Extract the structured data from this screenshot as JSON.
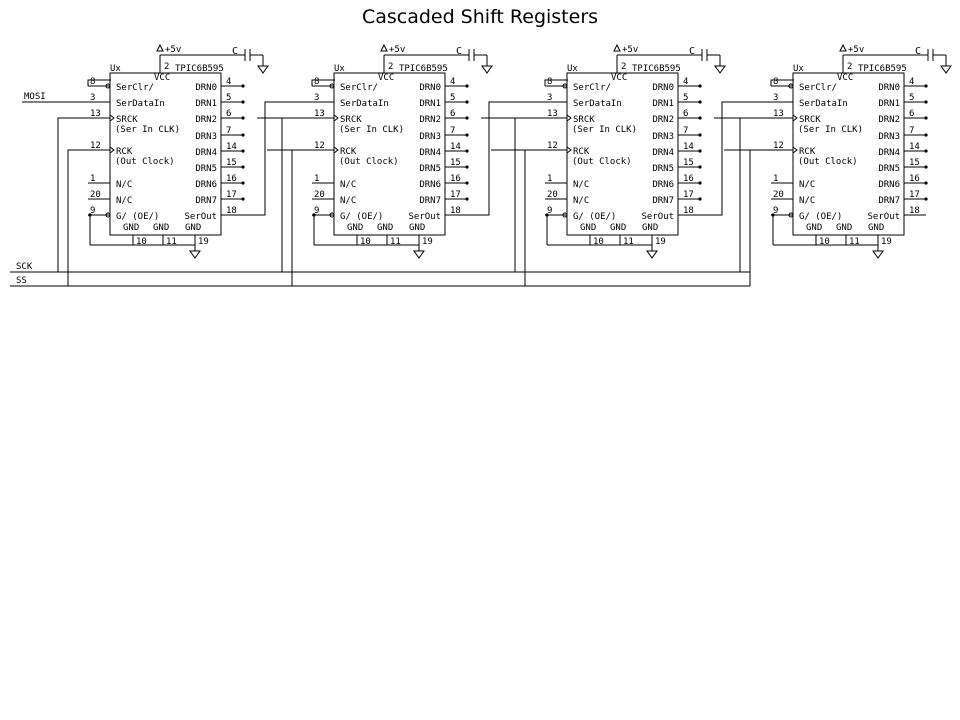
{
  "title": "Cascaded Shift Registers",
  "chip": {
    "part": "TPIC6B595",
    "unit": "Ux",
    "supply": "+5v",
    "vcc": "VCC",
    "cap": "C",
    "vcc_pin": "2",
    "left_pins": [
      {
        "num": "8",
        "name": "SerClr/"
      },
      {
        "num": "3",
        "name": "SerDataIn"
      },
      {
        "num": "13",
        "name": "SRCK",
        "sub": "(Ser In CLK)"
      },
      {
        "num": "12",
        "name": "RCK",
        "sub": "(Out Clock)"
      },
      {
        "num": "1",
        "name": "N/C"
      },
      {
        "num": "20",
        "name": "N/C"
      },
      {
        "num": "9",
        "name": "G/ (OE/)"
      }
    ],
    "right_pins": [
      {
        "num": "4",
        "name": "DRN0"
      },
      {
        "num": "5",
        "name": "DRN1"
      },
      {
        "num": "6",
        "name": "DRN2"
      },
      {
        "num": "7",
        "name": "DRN3"
      },
      {
        "num": "14",
        "name": "DRN4"
      },
      {
        "num": "15",
        "name": "DRN5"
      },
      {
        "num": "16",
        "name": "DRN6"
      },
      {
        "num": "17",
        "name": "DRN7"
      },
      {
        "num": "18",
        "name": "SerOut"
      }
    ],
    "gnd_label": "GND",
    "gnd_pins": [
      "10",
      "11",
      "19"
    ]
  },
  "nets": {
    "mosi": "MOSI",
    "sck": "SCK",
    "ss": "SS"
  },
  "chip_count": 4
}
